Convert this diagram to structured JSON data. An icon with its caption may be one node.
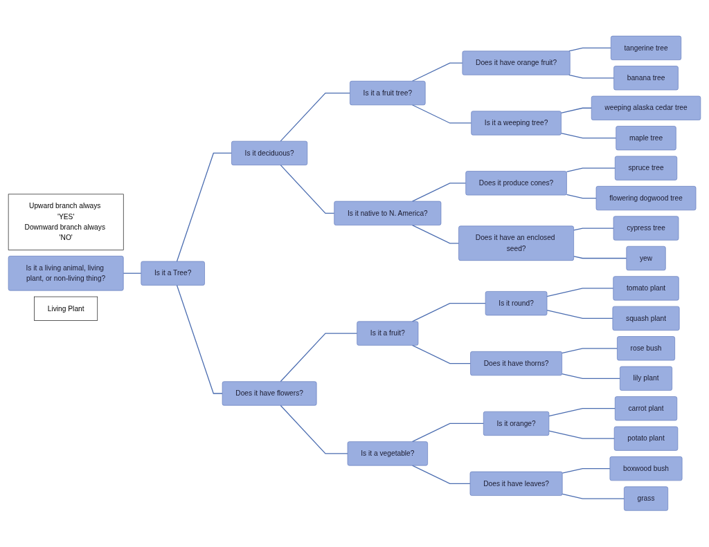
{
  "diagram": {
    "nodes": [
      {
        "text": [
          "Upward branch always 'YES'",
          "Downward branch always 'NO'"
        ]
      },
      {
        "text": [
          "Is it a living animal, living plant, or non-living thing?"
        ]
      },
      {
        "text": [
          "Living Plant"
        ]
      },
      {
        "text": [
          "Is it a Tree?"
        ]
      },
      {
        "text": [
          "Is it deciduous?"
        ]
      },
      {
        "text": [
          "Is it a fruit tree?"
        ]
      },
      {
        "text": [
          "Does it have orange fruit?"
        ]
      },
      {
        "text": [
          "tangerine tree"
        ]
      },
      {
        "text": [
          "banana tree"
        ]
      },
      {
        "text": [
          "Is it a weeping tree?"
        ]
      },
      {
        "text": [
          "weeping alaska cedar tree"
        ]
      },
      {
        "text": [
          "maple tree"
        ]
      },
      {
        "text": [
          "Is it native to N. America?"
        ]
      },
      {
        "text": [
          "Does it produce cones?"
        ]
      },
      {
        "text": [
          "spruce tree"
        ]
      },
      {
        "text": [
          "flowering dogwood tree"
        ]
      },
      {
        "text": [
          "Does it have an enclosed seed?"
        ]
      },
      {
        "text": [
          "cypress tree"
        ]
      },
      {
        "text": [
          "yew"
        ]
      },
      {
        "text": [
          "Does it have flowers?"
        ]
      },
      {
        "text": [
          "Is it a fruit?"
        ]
      },
      {
        "text": [
          "Is it round?"
        ]
      },
      {
        "text": [
          "tomato plant"
        ]
      },
      {
        "text": [
          "squash plant"
        ]
      },
      {
        "text": [
          "Does it have thorns?"
        ]
      },
      {
        "text": [
          "rose bush"
        ]
      },
      {
        "text": [
          "lily plant"
        ]
      },
      {
        "text": [
          "Is it a vegetable?"
        ]
      },
      {
        "text": [
          "Is it orange?"
        ]
      },
      {
        "text": [
          "carrot plant"
        ]
      },
      {
        "text": [
          "potato plant"
        ]
      },
      {
        "text": [
          "Does it have leaves?"
        ]
      },
      {
        "text": [
          "boxwood bush"
        ]
      },
      {
        "text": [
          "grass"
        ]
      }
    ],
    "edges": [
      {
        "from": 1,
        "to": 3,
        "arrow": "none"
      },
      {
        "from": 3,
        "to": 4,
        "arrow": "none"
      },
      {
        "from": 3,
        "to": 19,
        "arrow": "none"
      },
      {
        "from": 4,
        "to": 5,
        "arrow": "none"
      },
      {
        "from": 4,
        "to": 12,
        "arrow": "none"
      },
      {
        "from": 5,
        "to": 6,
        "arrow": "none"
      },
      {
        "from": 5,
        "to": 9,
        "arrow": "none"
      },
      {
        "from": 6,
        "to": 7,
        "arrow": "none"
      },
      {
        "from": 6,
        "to": 8,
        "arrow": "none"
      },
      {
        "from": 9,
        "to": 10,
        "arrow": "none"
      },
      {
        "from": 9,
        "to": 11,
        "arrow": "none"
      },
      {
        "from": 12,
        "to": 13,
        "arrow": "none"
      },
      {
        "from": 12,
        "to": 16,
        "arrow": "none"
      },
      {
        "from": 13,
        "to": 14,
        "arrow": "none"
      },
      {
        "from": 13,
        "to": 15,
        "arrow": "none"
      },
      {
        "from": 16,
        "to": 17,
        "arrow": "none"
      },
      {
        "from": 16,
        "to": 18,
        "arrow": "none"
      },
      {
        "from": 19,
        "to": 20,
        "arrow": "none"
      },
      {
        "from": 19,
        "to": 27,
        "arrow": "none"
      },
      {
        "from": 20,
        "to": 21,
        "arrow": "none"
      },
      {
        "from": 20,
        "to": 24,
        "arrow": "none"
      },
      {
        "from": 21,
        "to": 22,
        "arrow": "none"
      },
      {
        "from": 21,
        "to": 23,
        "arrow": "none"
      },
      {
        "from": 24,
        "to": 25,
        "arrow": "none"
      },
      {
        "from": 24,
        "to": 26,
        "arrow": "none"
      },
      {
        "from": 27,
        "to": 28,
        "arrow": "none"
      },
      {
        "from": 27,
        "to": 31,
        "arrow": "none"
      },
      {
        "from": 28,
        "to": 29,
        "arrow": "none"
      },
      {
        "from": 28,
        "to": 30,
        "arrow": "none"
      },
      {
        "from": 31,
        "to": 32,
        "arrow": "none"
      },
      {
        "from": 31,
        "to": 33,
        "arrow": "none"
      }
    ]
  }
}
